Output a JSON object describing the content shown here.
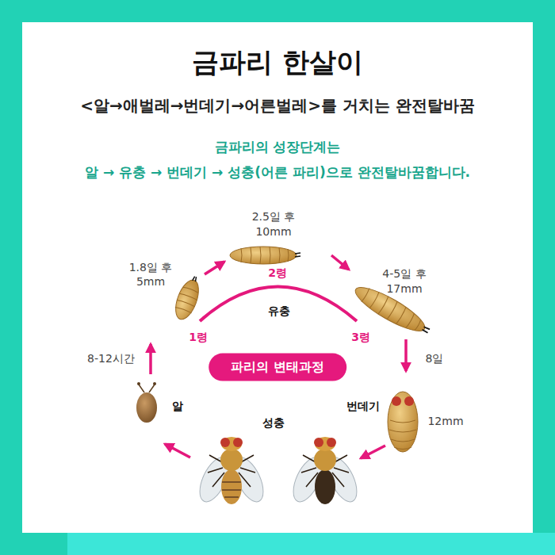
{
  "diagram": {
    "title": "금파리 한살이",
    "nodes": [
      {
        "text": [
          "파리의 변태과정"
        ]
      }
    ],
    "labels": [
      "<알→애벌레→번데기→어른벌레>를 거치는 완전탈바꿈",
      "금파리의 성장단계는",
      "알 → 유충 → 번데기 → 성충(어른 파리)으로 완전탈바꿈합니다.",
      "2.5일 후",
      "10mm",
      "1.8일 후",
      "5mm",
      "2령",
      "4-5일 후",
      "17mm",
      "유충",
      "1령",
      "3령",
      "8-12시간",
      "8일",
      "알",
      "번데기",
      "12mm",
      "성충"
    ]
  }
}
